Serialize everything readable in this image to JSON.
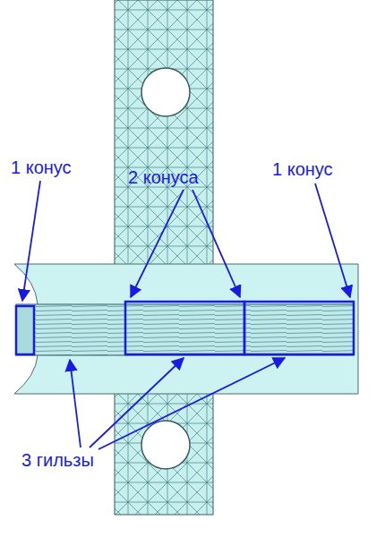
{
  "diagram": {
    "labels": [
      "1 конус",
      "2 конуса",
      "1 конус",
      "3 гильзы"
    ]
  }
}
